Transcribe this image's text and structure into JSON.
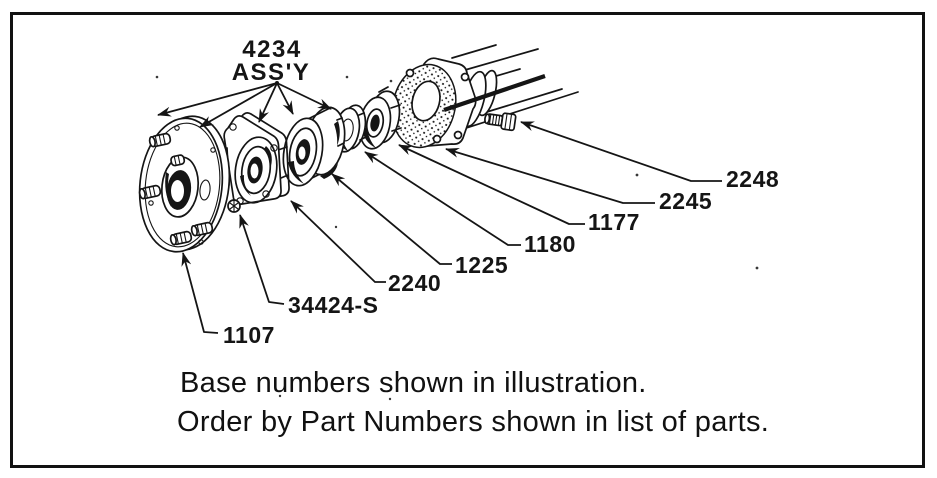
{
  "assembly_callout": {
    "part_number": "4234",
    "qualifier": "ASS'Y"
  },
  "part_labels": [
    "2248",
    "2245",
    "1177",
    "1180",
    "1225",
    "2240",
    "34424-S",
    "1107"
  ],
  "note": {
    "line1": "Base numbers shown in illustration.",
    "line2": "Order by Part Numbers shown in list of parts."
  },
  "colors": {
    "ink": "#151515",
    "background": "#ffffff"
  }
}
